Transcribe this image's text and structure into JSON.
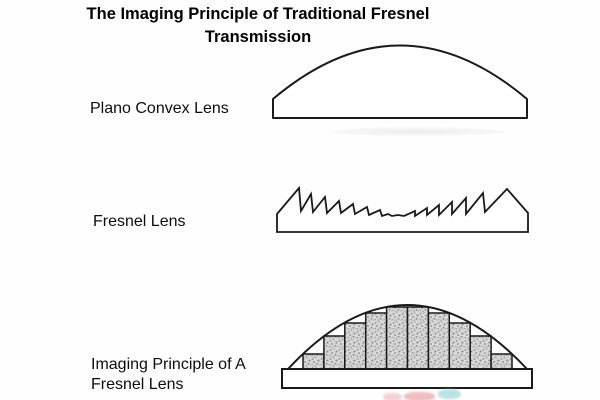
{
  "title": {
    "line1": "The Imaging Principle of Traditional Fresnel",
    "line2": "Transmission"
  },
  "sections": [
    {
      "id": "plano-convex",
      "lines": [
        "Plano Convex Lens"
      ]
    },
    {
      "id": "fresnel",
      "lines": [
        "Fresnel Lens"
      ]
    },
    {
      "id": "imaging-principle",
      "lines": [
        "Imaging Principle of A",
        "Fresnel Lens"
      ]
    }
  ],
  "diagram": {
    "segment_count": 10,
    "shapes": [
      "plano-convex-lens",
      "fresnel-lens-sawtooth",
      "fresnel-imaging-dome"
    ]
  },
  "colors": {
    "background": "#fefefe",
    "line": "#1a1a1a",
    "segment_fill": "#d8d8d8",
    "watermark_pink": "#f0b9be",
    "watermark_red": "#e49191",
    "watermark_teal": "#96d4d4"
  }
}
